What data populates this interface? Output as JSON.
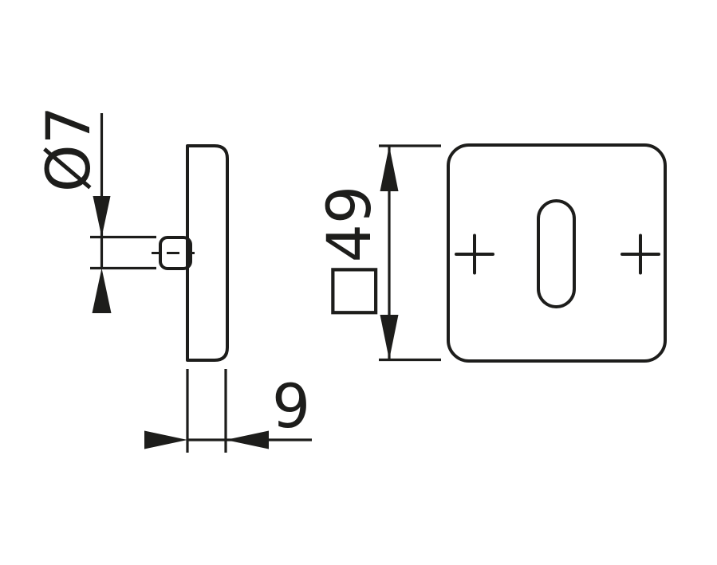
{
  "drawing": {
    "background": "#ffffff",
    "line_color": "#1d1d1b"
  },
  "labels": {
    "pin_diameter": "Ø7",
    "plate_square": "□49",
    "plate_thickness": "9"
  }
}
